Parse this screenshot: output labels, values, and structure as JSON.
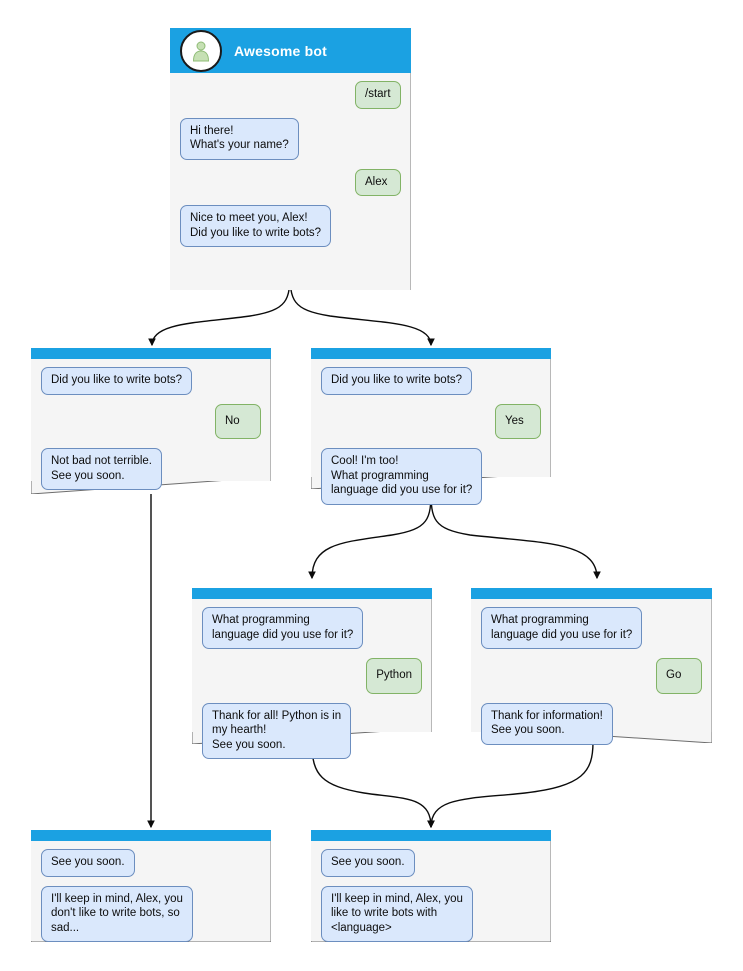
{
  "diagram": {
    "type": "chatbot-conversation-flowchart",
    "accent_header_color": "#1ba1e2",
    "bot_bubble_color": "#dae8fc",
    "bot_bubble_border": "#6c8ebf",
    "user_bubble_color": "#d5e8d4",
    "user_bubble_border": "#82b366",
    "card_background": "#f5f5f5"
  },
  "cards": [
    {
      "id": "root",
      "title": "Awesome bot",
      "avatar_icon": "person-avatar-icon",
      "messages": [
        {
          "side": "right",
          "author": "user",
          "text": "/start"
        },
        {
          "side": "left",
          "author": "bot",
          "text": "Hi there!\nWhat's your name?"
        },
        {
          "side": "right",
          "author": "user",
          "text": "Alex"
        },
        {
          "side": "left",
          "author": "bot",
          "text": "Nice to meet you, Alex!\nDid you like to write bots?"
        }
      ]
    },
    {
      "id": "no-branch",
      "messages": [
        {
          "side": "left",
          "author": "bot",
          "text": "Did you like to write bots?"
        },
        {
          "side": "right",
          "author": "user",
          "text": "No"
        },
        {
          "side": "left",
          "author": "bot",
          "text": "Not bad not terrible.\nSee you soon."
        }
      ]
    },
    {
      "id": "yes-branch",
      "messages": [
        {
          "side": "left",
          "author": "bot",
          "text": "Did you like to write bots?"
        },
        {
          "side": "right",
          "author": "user",
          "text": "Yes"
        },
        {
          "side": "left",
          "author": "bot",
          "text": "Cool! I'm too!\nWhat programming\nlanguage did you use for it?"
        }
      ]
    },
    {
      "id": "python-branch",
      "messages": [
        {
          "side": "left",
          "author": "bot",
          "text": "What programming\nlanguage did you use for it?"
        },
        {
          "side": "right",
          "author": "user",
          "text": "Python"
        },
        {
          "side": "left",
          "author": "bot",
          "text": "Thank for all! Python is in\nmy hearth!\nSee you soon."
        }
      ]
    },
    {
      "id": "go-branch",
      "messages": [
        {
          "side": "left",
          "author": "bot",
          "text": "What programming\nlanguage did you use for it?"
        },
        {
          "side": "right",
          "author": "user",
          "text": "Go"
        },
        {
          "side": "left",
          "author": "bot",
          "text": "Thank for information!\nSee you soon."
        }
      ]
    },
    {
      "id": "end-no",
      "messages": [
        {
          "side": "left",
          "author": "bot",
          "text": "See you soon."
        },
        {
          "side": "left",
          "author": "bot",
          "text": "I'll keep in mind, Alex, you\ndon't like to write bots, so\nsad..."
        }
      ]
    },
    {
      "id": "end-yes",
      "messages": [
        {
          "side": "left",
          "author": "bot",
          "text": "See you soon."
        },
        {
          "side": "left",
          "author": "bot",
          "text": "I'll keep in mind, Alex, you\nlike to write bots with\n<language>"
        }
      ]
    }
  ],
  "root": {
    "title": "Awesome bot",
    "m0": "/start",
    "m1": "Hi there!\nWhat's your name?",
    "m2": "Alex",
    "m3": "Nice to meet you, Alex!\nDid you like to write bots?"
  },
  "no_branch": {
    "m0": "Did you like to write bots?",
    "m1": "No",
    "m2": "Not bad not terrible.\nSee you soon."
  },
  "yes_branch": {
    "m0": "Did you like to write bots?",
    "m1": "Yes",
    "m2": "Cool! I'm too!\nWhat programming\nlanguage did you use for it?"
  },
  "python_branch": {
    "m0": "What programming\nlanguage did you use for it?",
    "m1": "Python",
    "m2": "Thank for all! Python is in\nmy hearth!\nSee you soon."
  },
  "go_branch": {
    "m0": "What programming\nlanguage did you use for it?",
    "m1": "Go",
    "m2": "Thank for information!\nSee you soon."
  },
  "end_no": {
    "m0": "See you soon.",
    "m1": "I'll keep in mind, Alex, you\ndon't like to write bots, so\nsad..."
  },
  "end_yes": {
    "m0": "See you soon.",
    "m1": "I'll keep in mind, Alex, you\nlike to write bots with\n<language>"
  }
}
